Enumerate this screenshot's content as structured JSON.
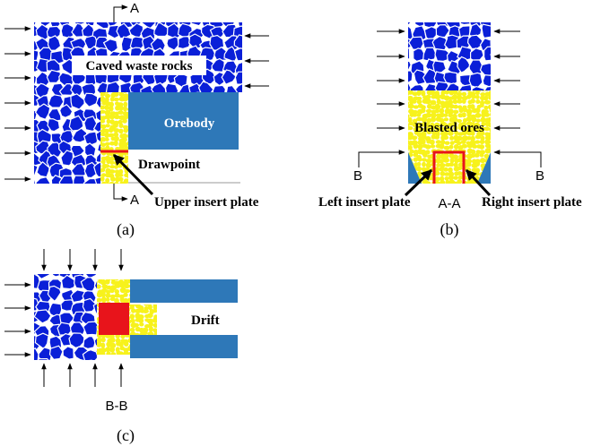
{
  "colors": {
    "rock": "#0a1fd8",
    "ore": "#f7f21c",
    "orebody": "#2e78b8",
    "plate": "#e8141b",
    "arrow": "#000000"
  },
  "panel_a": {
    "label": "(a)",
    "caved_waste_rocks": "Caved waste rocks",
    "orebody": "Orebody",
    "drawpoint": "Drawpoint",
    "upper_insert_plate": "Upper insert plate",
    "section_top": "A",
    "section_bottom": "A"
  },
  "panel_b": {
    "label": "(b)",
    "blasted_ores": "Blasted ores",
    "left_insert_plate": "Left insert plate",
    "right_insert_plate": "Right insert plate",
    "section_title": "A-A",
    "section_left": "B",
    "section_right": "B"
  },
  "panel_c": {
    "label": "(c)",
    "drift": "Drift",
    "section_title": "B-B"
  }
}
